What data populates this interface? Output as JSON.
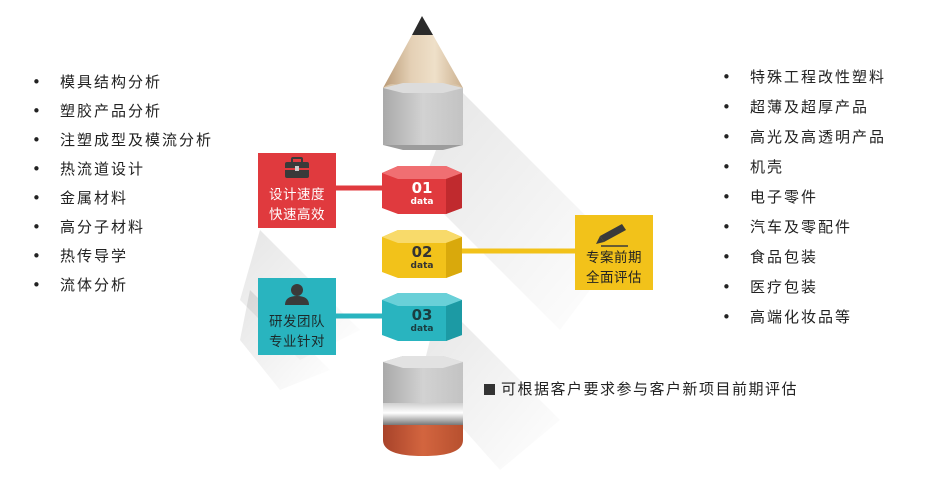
{
  "left_list": [
    "模具结构分析",
    "塑胶产品分析",
    "注塑成型及模流分析",
    "热流道设计",
    "金属材料",
    "高分子材料",
    "热传导学",
    "流体分析"
  ],
  "right_list": [
    "特殊工程改性塑料",
    "超薄及超厚产品",
    "高光及高透明产品",
    "机壳",
    "电子零件",
    "汽车及零配件",
    "食品包装",
    "医疗包装",
    "高端化妆品等"
  ],
  "segments": [
    {
      "num": "01",
      "sub": "data",
      "color": "#e03a3e"
    },
    {
      "num": "02",
      "sub": "data",
      "color": "#f2c21a"
    },
    {
      "num": "03",
      "sub": "data",
      "color": "#29b4bf"
    }
  ],
  "boxes": {
    "red": {
      "line1": "设计速度",
      "line2": "快速高效",
      "icon": "briefcase-icon",
      "color": "#e03a3e"
    },
    "yellow": {
      "line1": "专案前期",
      "line2": "全面评估",
      "icon": "pencil-icon",
      "color": "#f2c21a"
    },
    "teal": {
      "line1": "研发团队",
      "line2": "专业针对",
      "icon": "person-icon",
      "color": "#29b4bf"
    }
  },
  "note": "可根据客户要求参与客户新项目前期评估"
}
